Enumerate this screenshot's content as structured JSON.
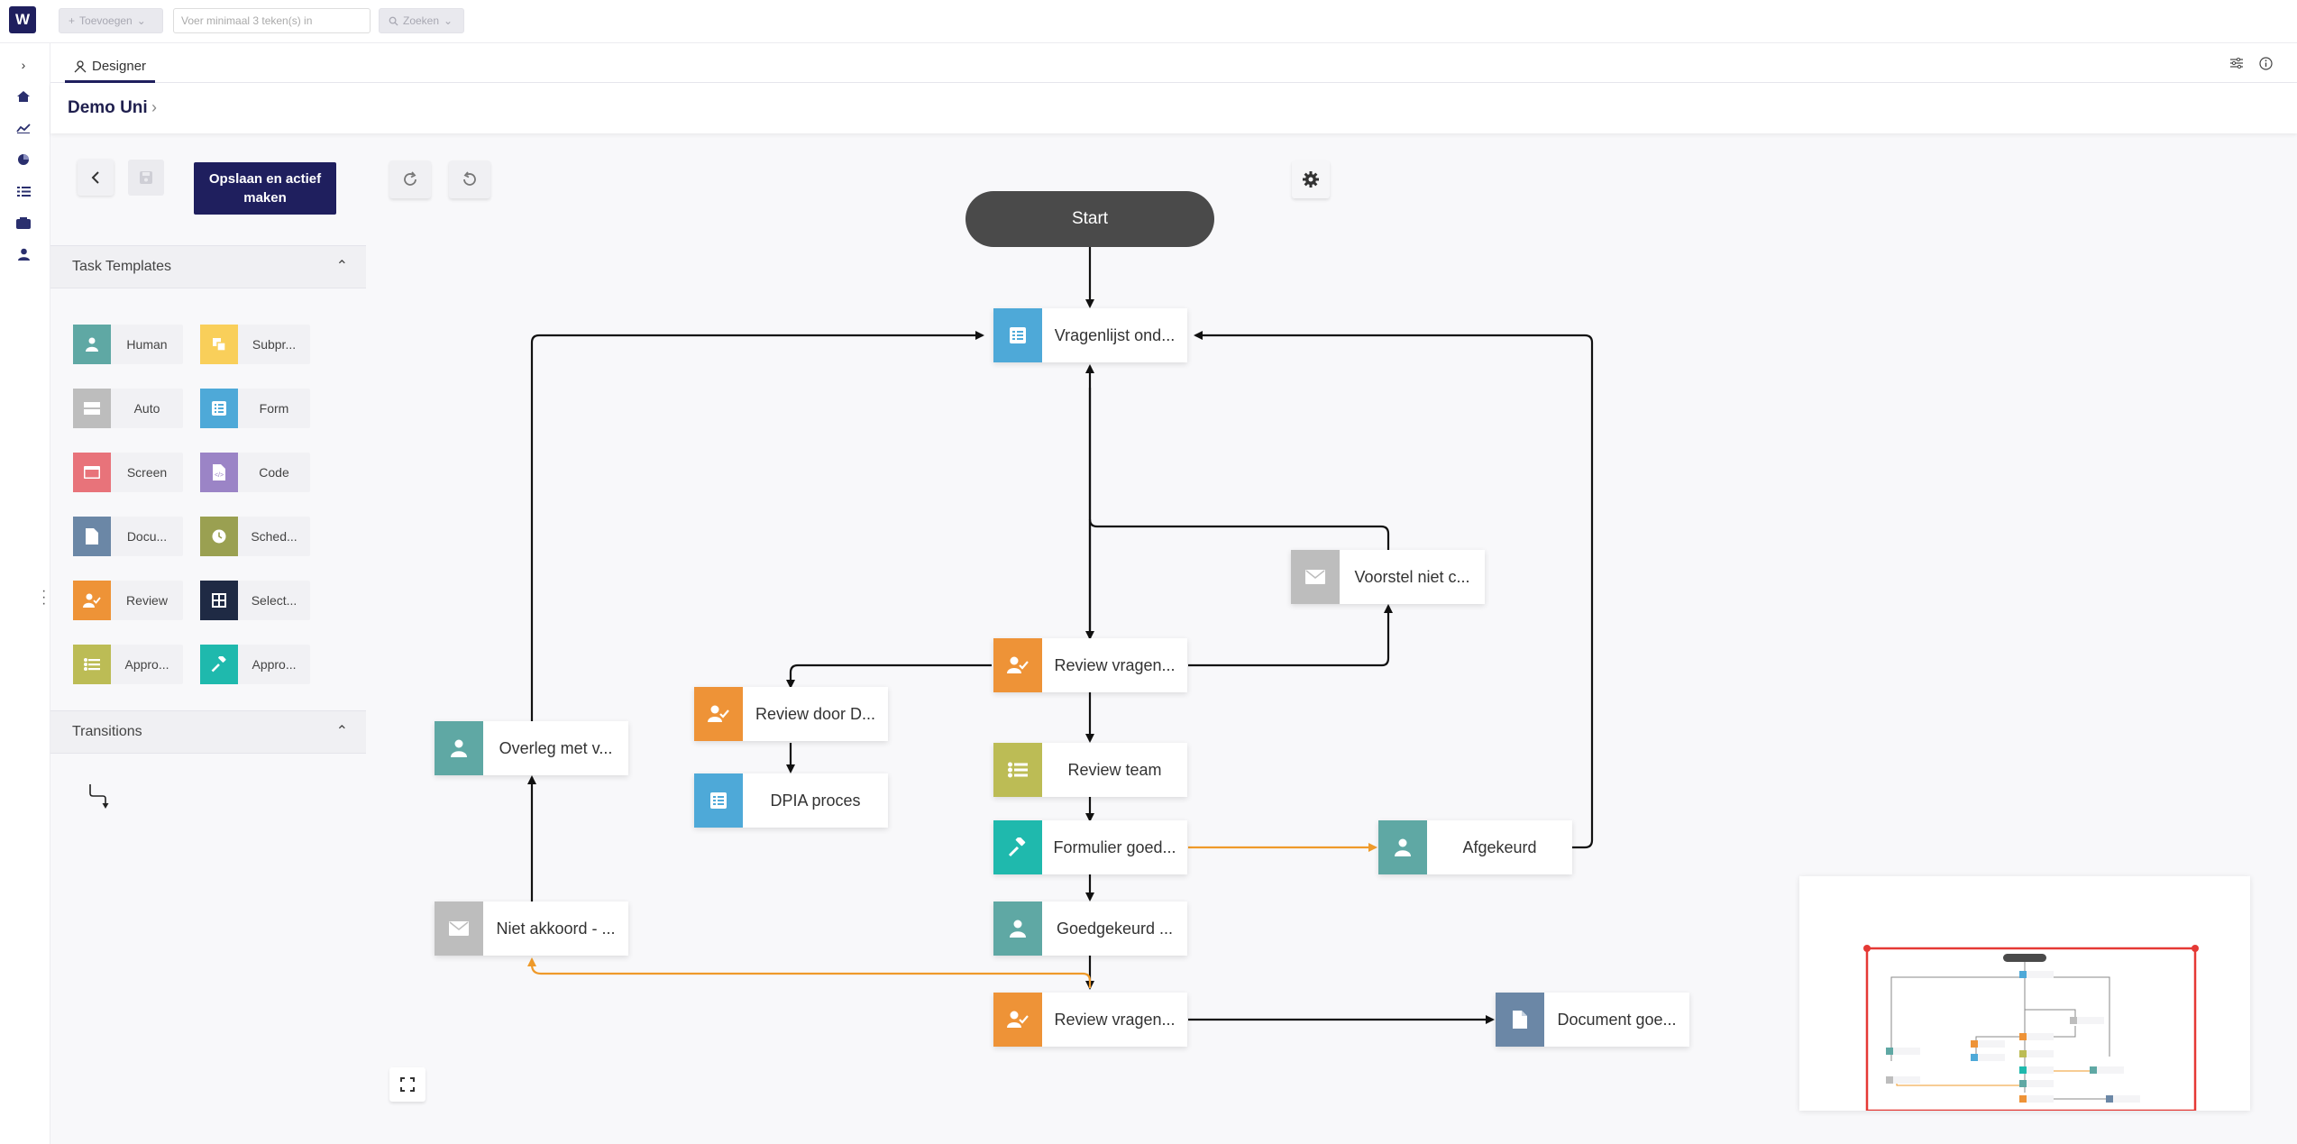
{
  "app": {
    "logo_letter": "W"
  },
  "toolbar": {
    "add_label": "Toevoegen",
    "search_placeholder": "Voer minimaal 3 teken(s) in",
    "search_button_label": "Zoeken"
  },
  "rail": {
    "expand_icon": "chevron-right-icon",
    "items": [
      "home-icon",
      "chart-icon",
      "pie-chart-icon",
      "task-list-icon",
      "inbox-icon",
      "user-icon"
    ]
  },
  "tabs": {
    "designer_label": "Designer"
  },
  "breadcrumb": {
    "title": "Demo Uni"
  },
  "panel": {
    "save_activate_label": "Opslaan en actief maken",
    "task_templates_heading": "Task Templates",
    "transitions_heading": "Transitions",
    "templates": [
      {
        "label": "Human",
        "color": "#5fa8a4",
        "icon": "person-icon"
      },
      {
        "label": "Subpr...",
        "color": "#f9cf5a",
        "icon": "subprocess-icon"
      },
      {
        "label": "Auto",
        "color": "#bdbdbd",
        "icon": "auto-icon"
      },
      {
        "label": "Form",
        "color": "#4ea9d8",
        "icon": "form-icon"
      },
      {
        "label": "Screen",
        "color": "#e8737a",
        "icon": "screen-icon"
      },
      {
        "label": "Code",
        "color": "#9b84c6",
        "icon": "code-icon"
      },
      {
        "label": "Docu...",
        "color": "#6b87a6",
        "icon": "document-icon"
      },
      {
        "label": "Sched...",
        "color": "#9aa051",
        "icon": "clock-icon"
      },
      {
        "label": "Review",
        "color": "#ee9337",
        "icon": "review-icon"
      },
      {
        "label": "Select...",
        "color": "#1f2a44",
        "icon": "grid-icon"
      },
      {
        "label": "Appro...",
        "color": "#bcbc55",
        "icon": "approval-list-icon"
      },
      {
        "label": "Appro...",
        "color": "#1fb9ad",
        "icon": "gavel-icon"
      }
    ]
  },
  "workflow": {
    "start_label": "Start",
    "nodes": {
      "vragenlijst": {
        "label": "Vragenlijst ond...",
        "color": "#4ea9d8"
      },
      "voorstel": {
        "label": "Voorstel niet c...",
        "color": "#bdbdbd"
      },
      "review_vragen_1": {
        "label": "Review vragen...",
        "color": "#ee9337"
      },
      "review_door": {
        "label": "Review door D...",
        "color": "#ee9337"
      },
      "dpia": {
        "label": "DPIA proces",
        "color": "#4ea9d8"
      },
      "overleg": {
        "label": "Overleg met v...",
        "color": "#5fa8a4"
      },
      "review_team": {
        "label": "Review team",
        "color": "#bcbc55"
      },
      "formulier": {
        "label": "Formulier goed...",
        "color": "#1fb9ad"
      },
      "afgekeurd": {
        "label": "Afgekeurd",
        "color": "#5fa8a4"
      },
      "goedgekeurd": {
        "label": "Goedgekeurd ...",
        "color": "#5fa8a4"
      },
      "niet_akkoord": {
        "label": "Niet akkoord - ...",
        "color": "#bdbdbd"
      },
      "review_vragen_2": {
        "label": "Review vragen...",
        "color": "#ee9337"
      },
      "document": {
        "label": "Document goe...",
        "color": "#6b87a6"
      }
    },
    "edge_color": "#111111",
    "reject_edge_color": "#ef9a2a"
  }
}
